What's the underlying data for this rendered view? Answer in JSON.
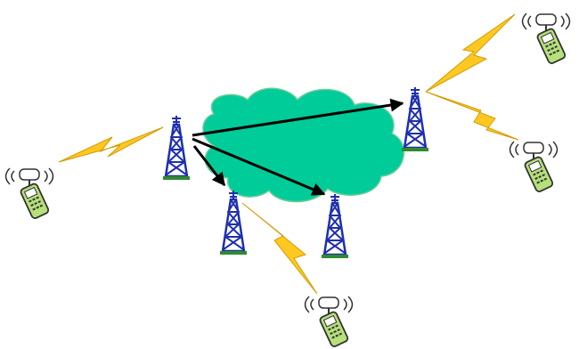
{
  "diagram": {
    "background": "#ffffff",
    "cloud": {
      "name": "network-cloud",
      "color": "#00cc99"
    },
    "towers": [
      {
        "id": "tower-left",
        "role": "source"
      },
      {
        "id": "tower-right"
      },
      {
        "id": "tower-bottom-left"
      },
      {
        "id": "tower-bottom-center"
      }
    ],
    "handsets": [
      {
        "id": "handset-left"
      },
      {
        "id": "handset-top-right"
      },
      {
        "id": "handset-middle-right"
      },
      {
        "id": "handset-bottom"
      }
    ],
    "radio_links": [
      {
        "tower": "tower-left",
        "handset": "handset-left"
      },
      {
        "tower": "tower-right",
        "handset": "handset-top-right"
      },
      {
        "tower": "tower-right",
        "handset": "handset-middle-right"
      },
      {
        "tower": "tower-bottom-left",
        "handset": "handset-bottom"
      }
    ],
    "forwarding_arrows": [
      {
        "from": "tower-left",
        "to": "tower-right"
      },
      {
        "from": "tower-left",
        "to": "tower-bottom-left"
      },
      {
        "from": "tower-left",
        "to": "tower-bottom-center"
      }
    ],
    "colors": {
      "tower": "#1f2fb0",
      "tower_base": "#2e8b2e",
      "lightning": "#ffc821",
      "lightning_outline": "#d49a00",
      "arrow": "#000000",
      "handset_body": "#b5e07a",
      "handset_outline": "#333333"
    }
  }
}
